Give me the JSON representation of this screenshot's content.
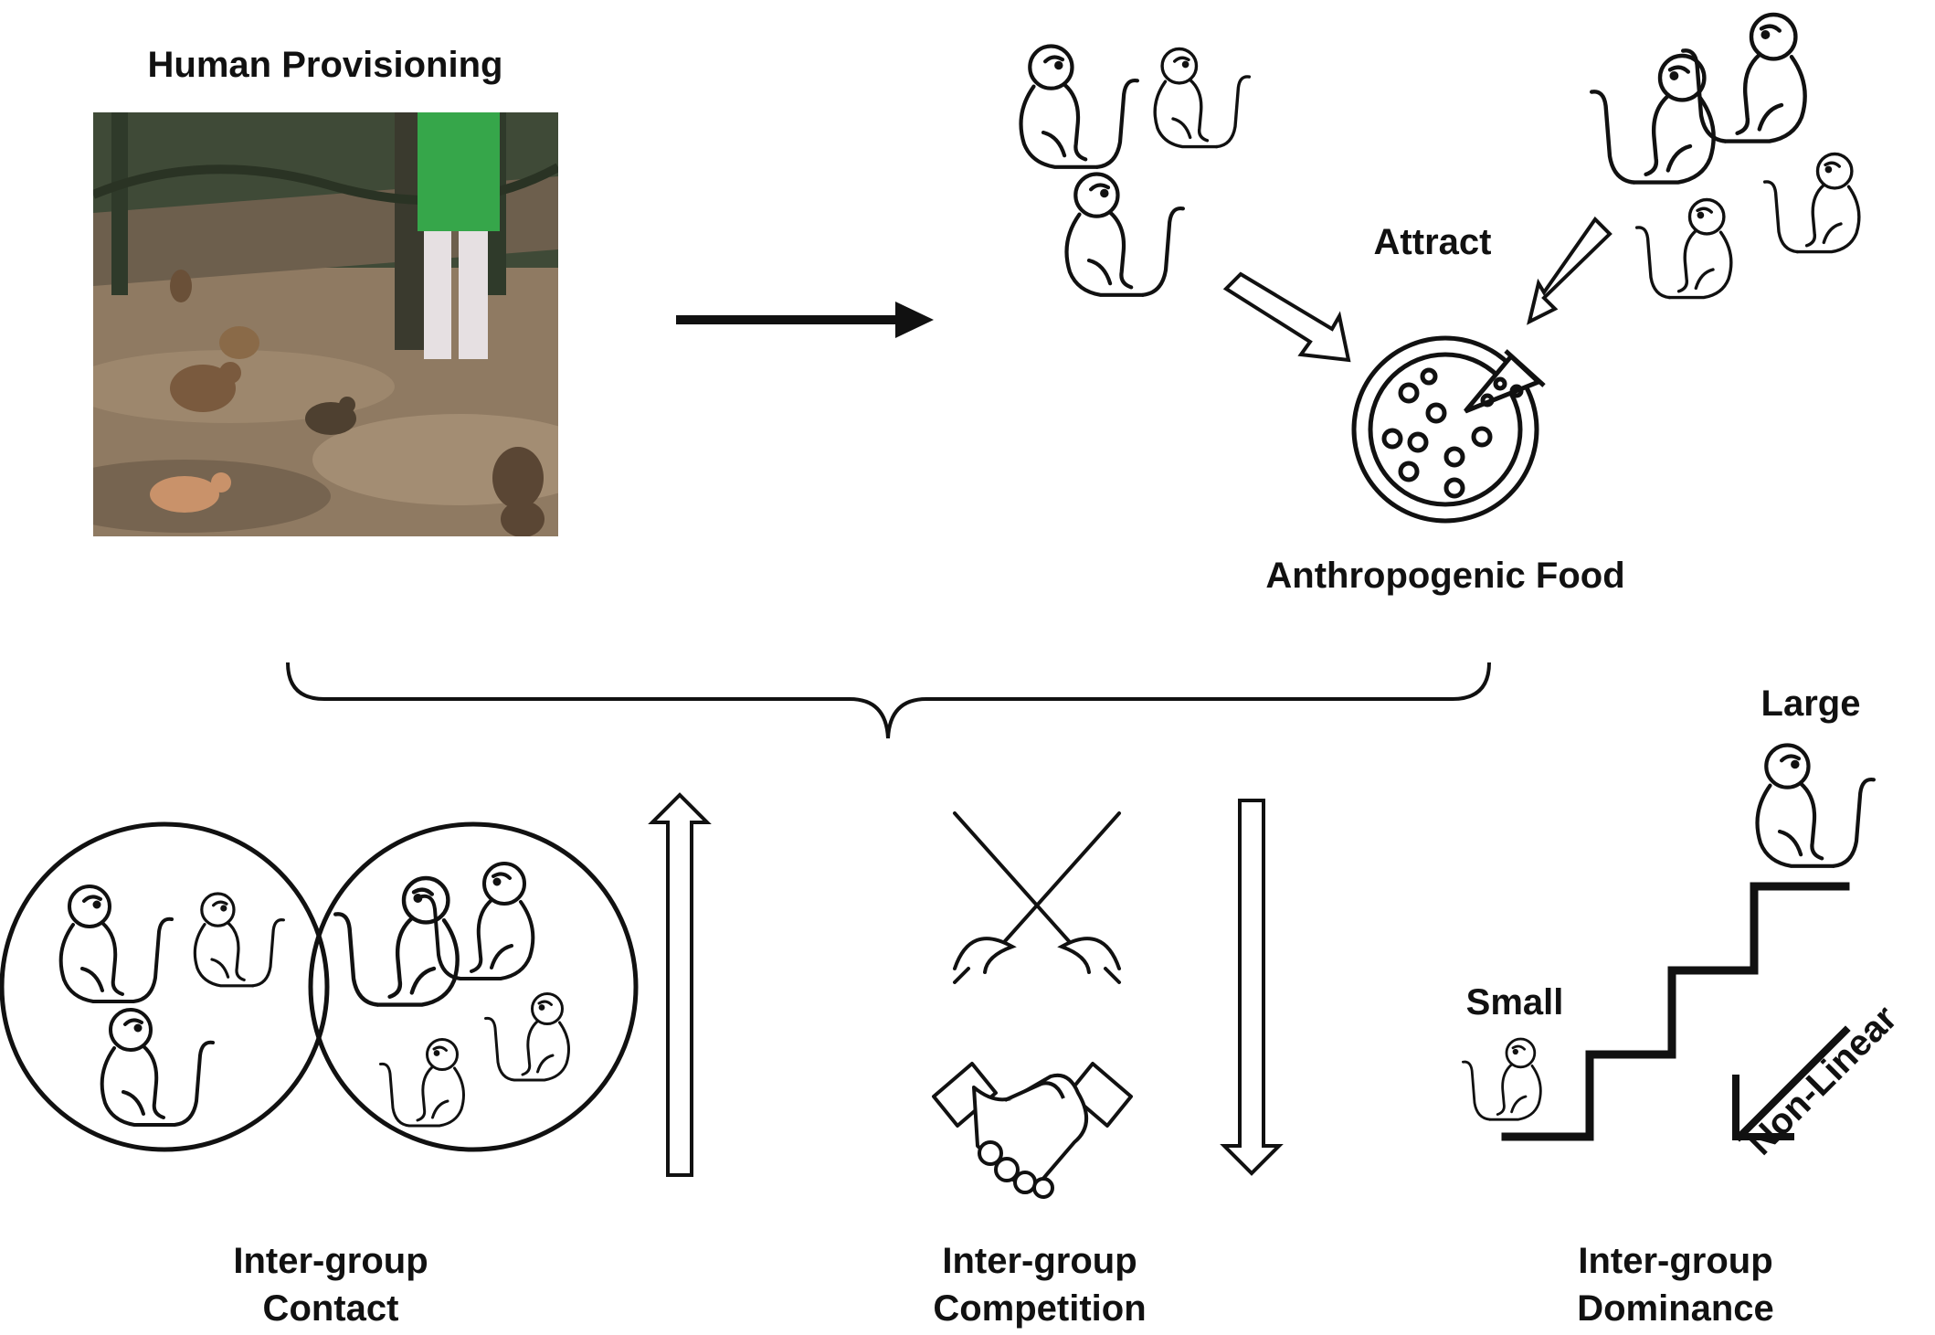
{
  "photo": {
    "title": "Human Provisioning",
    "colors": {
      "ground": "#8f7a62",
      "shade": "#5d4d3d",
      "tree": "#2f3a2a",
      "shirt": "#36a64a",
      "pants": "#e6e0e2",
      "monkey": "#7a5a3e",
      "monkey_light": "#c9926a"
    }
  },
  "top": {
    "attract_label": "Attract",
    "food_label": "Anthropogenic Food",
    "food_icon": "pizza-icon"
  },
  "bottom": {
    "contact": {
      "line1": "Inter-group",
      "line2": "Contact",
      "icon": "overlapping-groups-icon"
    },
    "competition": {
      "line1": "Inter-group",
      "line2": "Competition",
      "icons": [
        "crossed-swords-icon",
        "handshake-icon"
      ]
    },
    "dominance": {
      "line1": "Inter-group",
      "line2": "Dominance",
      "large_label": "Large",
      "small_label": "Small",
      "nonlinear_label": "Non-Linear",
      "icon": "staircase-icon"
    }
  },
  "colors": {
    "stroke": "#111111",
    "background": "#ffffff"
  }
}
